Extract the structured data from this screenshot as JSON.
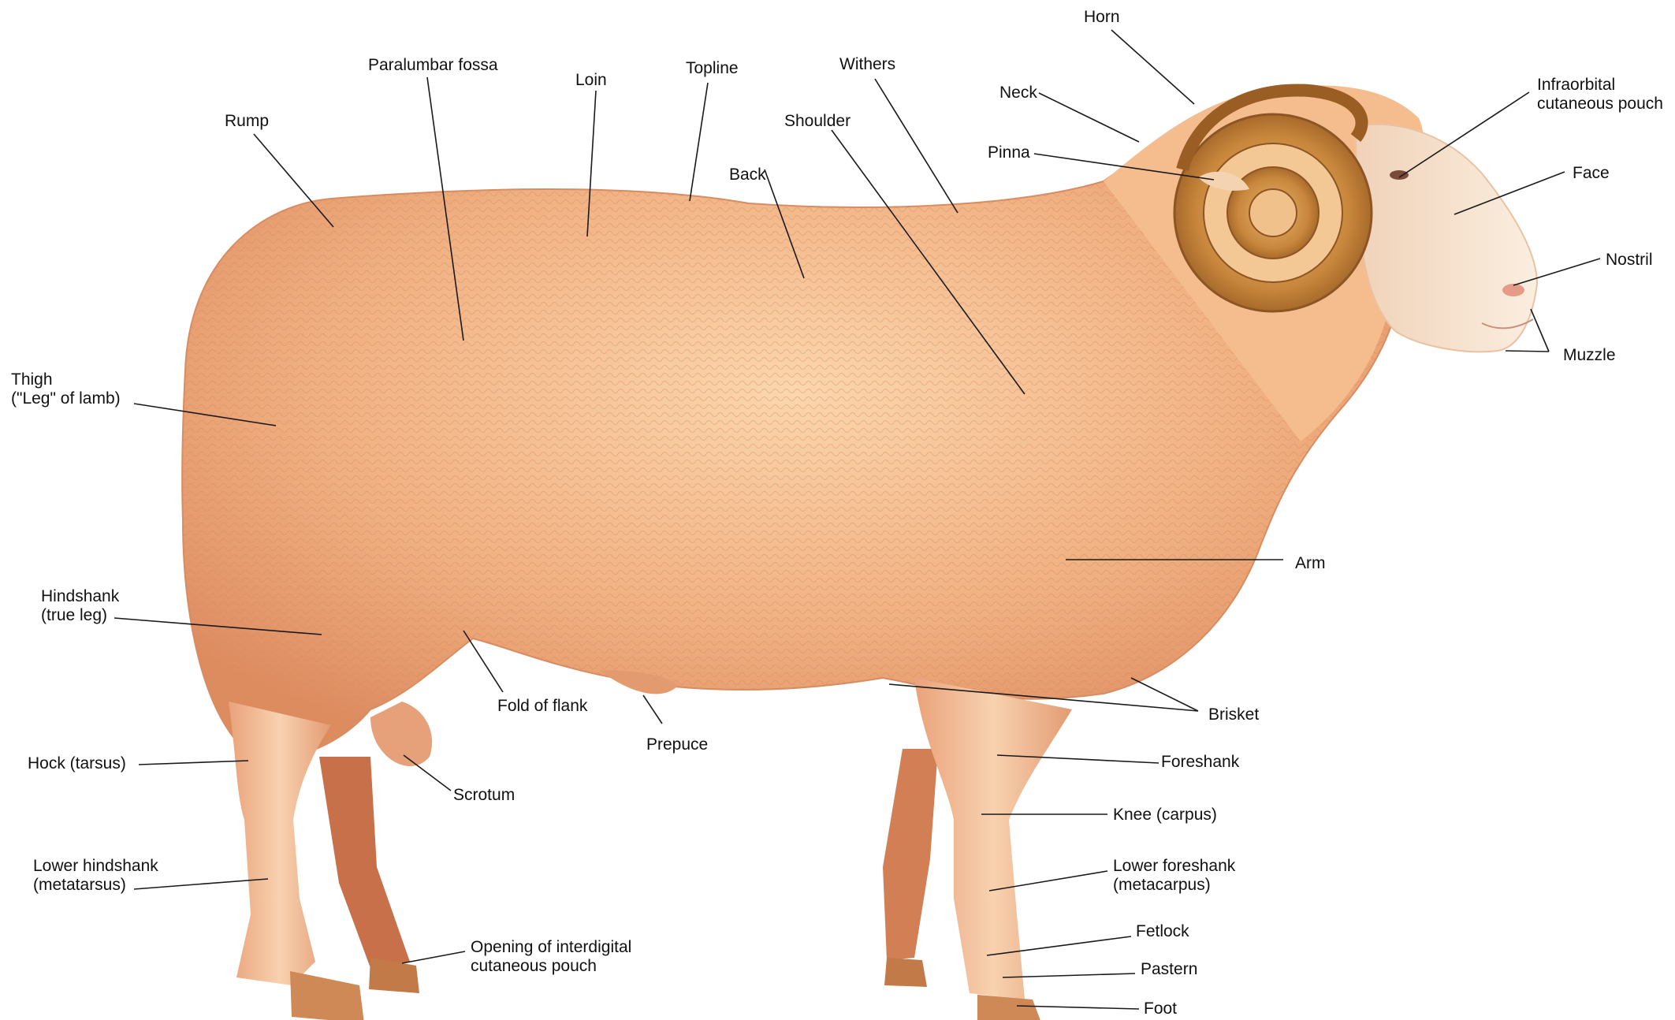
{
  "labels": {
    "horn": "Horn",
    "neck": "Neck",
    "pinna": "Pinna",
    "infraorbital": "Infraorbital\ncutaneous pouch",
    "face": "Face",
    "nostril": "Nostril",
    "muzzle": "Muzzle",
    "withers": "Withers",
    "topline": "Topline",
    "loin": "Loin",
    "paralumbar": "Paralumbar fossa",
    "rump": "Rump",
    "shoulder": "Shoulder",
    "back": "Back",
    "thigh": "Thigh\n(\"Leg\" of lamb)",
    "hindshank": "Hindshank\n(true leg)",
    "fold_of_flank": "Fold of flank",
    "prepuce": "Prepuce",
    "hock": "Hock (tarsus)",
    "scrotum": "Scrotum",
    "lower_hindshank": "Lower hindshank\n(metatarsus)",
    "interdigital": "Opening of interdigital\ncutaneous pouch",
    "arm": "Arm",
    "brisket": "Brisket",
    "foreshank": "Foreshank",
    "knee": "Knee (carpus)",
    "lower_foreshank": "Lower foreshank\n(metacarpus)",
    "fetlock": "Fetlock",
    "pastern": "Pastern",
    "foot": "Foot"
  },
  "colors": {
    "wool_light": "#f7c79a",
    "wool_mid": "#eda878",
    "wool_shadow": "#d9855c",
    "horn": "#c98a3e",
    "face": "#f6e2cf",
    "hoof": "#d08a5a"
  }
}
